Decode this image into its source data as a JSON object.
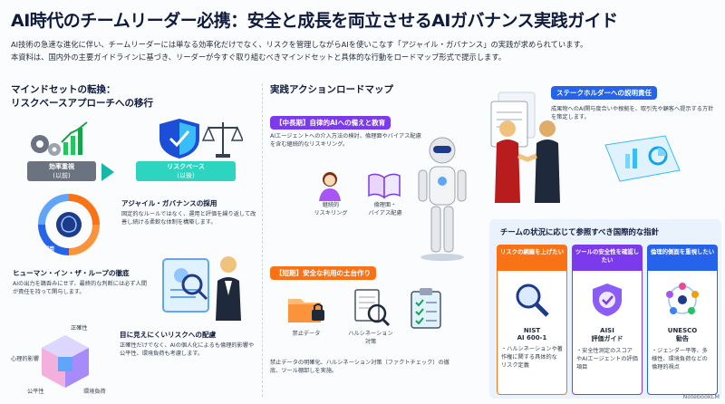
{
  "title": "AI時代のチームリーダー必携：安全と成長を両立させるAIガバナンス実践ガイド",
  "intro_lines": [
    "AI技術の急速な進化に伴い、チームリーダーには単なる効率化だけでなく、リスクを管理しながらAIを使いこなす「アジャイル・ガバナンス」の実践が求められています。",
    "本資料は、国内外の主要ガイドラインに基づき、リーダーが今すぐ取り組むべきマインドセットと具体的な行動をロードマップ形式で提示します。"
  ],
  "left": {
    "heading": [
      "マインドセットの転換：",
      "リスクベースアプローチへの移行"
    ],
    "old_label": "効率重視",
    "old_sub": "(以前)",
    "new_label": "リスクベース",
    "new_sub": "(以後)",
    "agile": {
      "title": "アジャイル・ガバナンスの採用",
      "body": "固定的なルールではなく、運用と評価を繰り返して改善し続ける柔軟な体制を構築します。",
      "cycle_label": "運用"
    },
    "hitl": {
      "title": "ヒューマン・イン・ザ・ループの徹底",
      "body": "AIの出力を鵜呑みにせず、最終的な判断には必ず人間が責任を持って関与します。"
    },
    "hidden": {
      "title": "目に見えにくいリスクへの配慮",
      "body": "正確性だけでなく、AIの個人化によるも倫理的影響や公平性、環境負荷も考慮します。",
      "cube_labels": [
        "正確性",
        "心理的影響",
        "公平性",
        "環境負荷"
      ]
    }
  },
  "middle": {
    "heading": "実践アクションロードマップ",
    "mid_term": {
      "tag": "【中長期】自律的AIへの備えと教育",
      "body": "AIエージェントへの介入方法の検討、倫理面やバイアス配慮を含む継続的なリスキリング。",
      "icon1": [
        "継続的",
        "リスキリング"
      ],
      "icon2": [
        "倫理面・",
        "バイアス配慮"
      ]
    },
    "short_term": {
      "tag": "【短期】安全な利用の土台作り",
      "icon1": "禁止データ",
      "icon2": [
        "ハルシネーション",
        "対策"
      ],
      "body": "禁止データの明確化、ハルシネーション対策（ファクトチェック）の徹底、ツール棚卸しを実施。"
    }
  },
  "right": {
    "stake_tag": "ステークホルダーへの説明責任",
    "stake_body": "成果物へのAI関与度合いや根拠を、取引先や顧客へ提示する方針を策定します。",
    "guidelines": {
      "heading": "チームの状況に応じて参照すべき国際的な指針",
      "cols": [
        {
          "head": "リスクの網羅を上げたい",
          "name": "NIST",
          "name2": "AI 600-1",
          "points": "・ハルシネーションや著作権に関する具体的なリスク定義"
        },
        {
          "head": "ツールの安全性を確認したい",
          "name": "AISI",
          "name2": "評価ガイド",
          "points": "・安全性測定のスコアやAIエージェントの評価項目"
        },
        {
          "head": "倫理的側面を重視したい",
          "name": "UNESCO",
          "name2": "勧告",
          "points": "・ジェンダー平等、多様性、環境負荷などの倫理的視点"
        }
      ]
    }
  },
  "footer": "NotebookLM",
  "colors": {
    "navy": "#0f1b3d",
    "blue": "#2563eb",
    "purple": "#7c3aed",
    "orange": "#f97316",
    "teal": "#14b8a6",
    "green": "#16a34a"
  }
}
